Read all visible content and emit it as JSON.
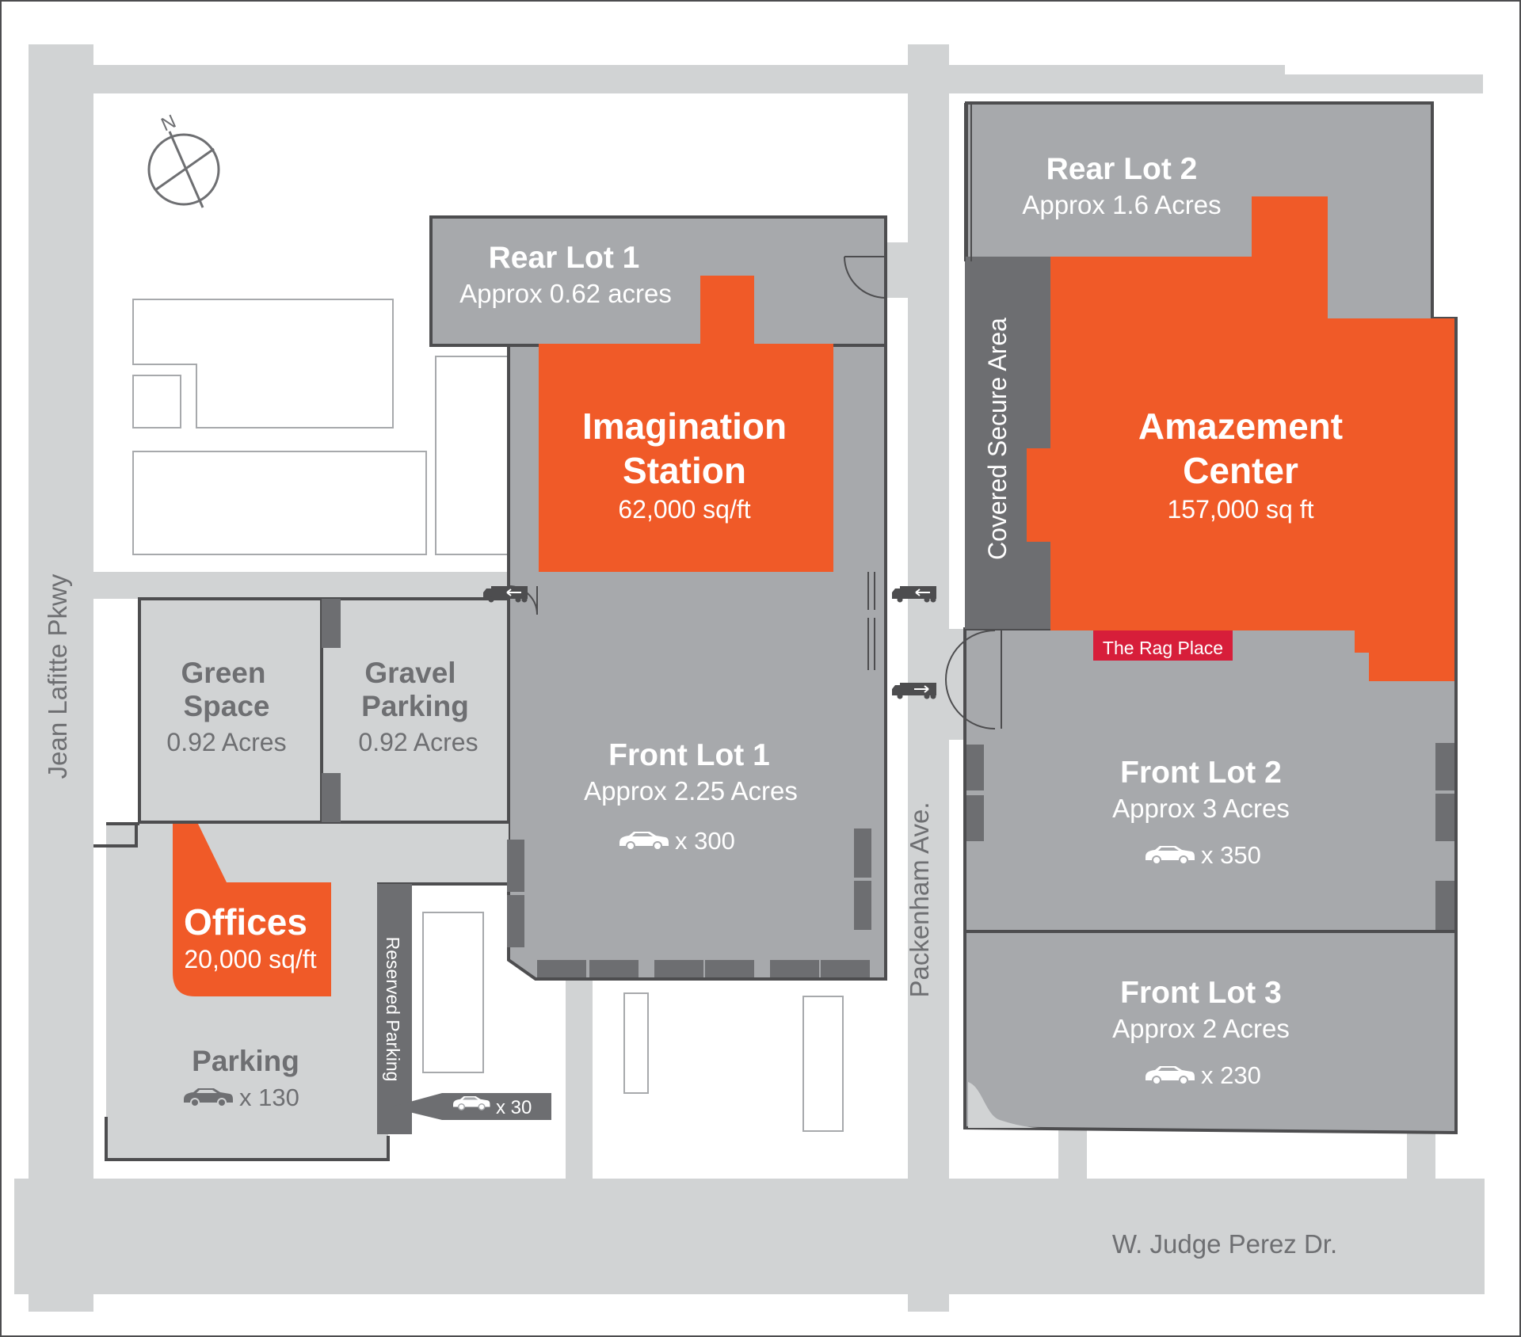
{
  "colors": {
    "road": "#d1d3d4",
    "lot": "#a7a9ac",
    "lot_dark": "#929497",
    "secure": "#6d6e71",
    "building": "#f05a28",
    "rag_place": "#d71e3a",
    "text_gray": "#6e6f72",
    "outline": "#4d4d4f"
  },
  "compass": {
    "label": "N"
  },
  "streets": {
    "west": "Jean Lafitte Pkwy",
    "center": "Packenham Ave.",
    "south": "W. Judge Perez Dr."
  },
  "lots": {
    "rear_lot_1": {
      "name": "Rear Lot 1",
      "area": "Approx 0.62 acres"
    },
    "rear_lot_2": {
      "name": "Rear Lot 2",
      "area": "Approx 1.6 Acres"
    },
    "front_lot_1": {
      "name": "Front Lot 1",
      "area": "Approx 2.25 Acres",
      "cars": "x 300"
    },
    "front_lot_2": {
      "name": "Front Lot 2",
      "area": "Approx 3 Acres",
      "cars": "x 350"
    },
    "front_lot_3": {
      "name": "Front Lot 3",
      "area": "Approx 2 Acres",
      "cars": "x 230"
    },
    "green_space": {
      "name_line1": "Green",
      "name_line2": "Space",
      "area": "0.92 Acres"
    },
    "gravel_parking": {
      "name_line1": "Gravel",
      "name_line2": "Parking",
      "area": "0.92 Acres"
    },
    "parking": {
      "name": "Parking",
      "cars": "x 130"
    },
    "reserved_parking": {
      "name": "Reserved Parking",
      "cars": "x 30"
    },
    "covered_secure_area": {
      "name": "Covered Secure Area"
    }
  },
  "buildings": {
    "imagination_station": {
      "name_line1": "Imagination",
      "name_line2": "Station",
      "area": "62,000 sq/ft"
    },
    "amazement_center": {
      "name_line1": "Amazement",
      "name_line2": "Center",
      "area": "157,000 sq ft"
    },
    "offices": {
      "name": "Offices",
      "area": "20,000 sq/ft"
    },
    "rag_place": {
      "name": "The Rag Place"
    }
  },
  "icons": {
    "car": "car-icon",
    "truck_in": "truck-arrow-left-icon",
    "truck_out": "truck-arrow-right-icon",
    "compass": "compass-icon"
  }
}
